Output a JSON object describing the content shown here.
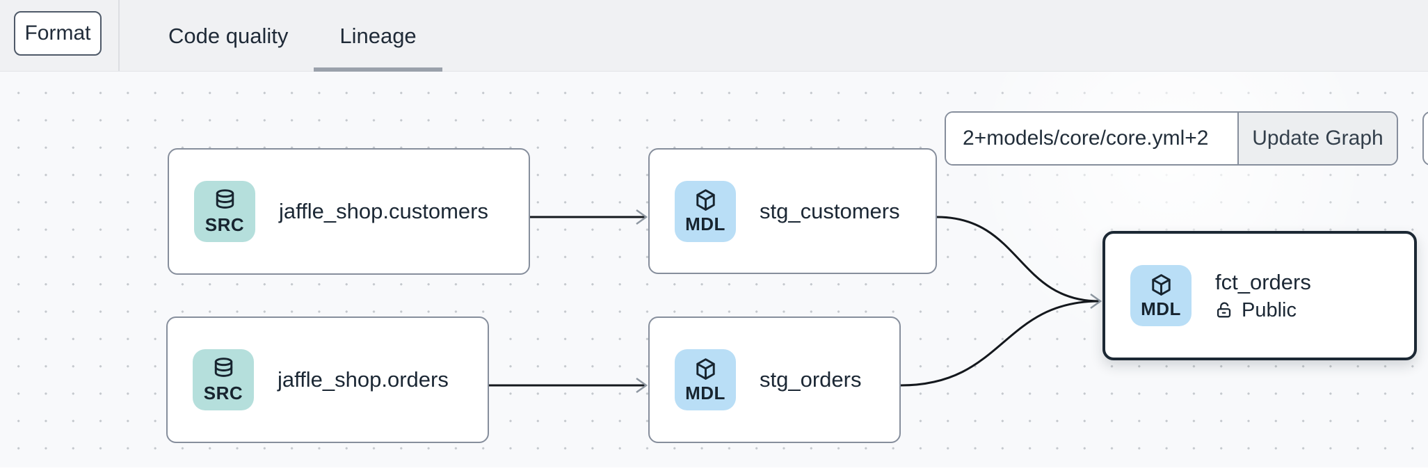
{
  "header": {
    "format_button_label": "Format",
    "tabs": [
      {
        "label": "Code quality",
        "active": false
      },
      {
        "label": "Lineage",
        "active": true
      }
    ]
  },
  "toolbar": {
    "selector_value": "2+models/core/core.yml+2",
    "update_button_label": "Update Graph"
  },
  "graph": {
    "nodes": [
      {
        "badge": "SRC",
        "title": "jaffle_shop.customers",
        "kind": "source",
        "selected": false
      },
      {
        "badge": "MDL",
        "title": "stg_customers",
        "kind": "model",
        "selected": false
      },
      {
        "badge": "SRC",
        "title": "jaffle_shop.orders",
        "kind": "source",
        "selected": false
      },
      {
        "badge": "MDL",
        "title": "stg_orders",
        "kind": "model",
        "selected": false
      },
      {
        "badge": "MDL",
        "title": "fct_orders",
        "kind": "model",
        "access": "Public",
        "selected": true
      }
    ],
    "edges": [
      {
        "from": "jaffle_shop.customers",
        "to": "stg_customers"
      },
      {
        "from": "jaffle_shop.orders",
        "to": "stg_orders"
      },
      {
        "from": "stg_customers",
        "to": "fct_orders"
      },
      {
        "from": "stg_orders",
        "to": "fct_orders"
      }
    ]
  },
  "colors": {
    "header_bg": "#f0f1f3",
    "canvas_bg": "#f8f9fb",
    "source_badge_bg": "#b5dfdc",
    "model_badge_bg": "#b9def6",
    "node_border": "#868e9c",
    "selected_node_border": "#1c2834",
    "edge": "#14181d",
    "arrowhead": "#8e97a1",
    "text": "#1b2734"
  }
}
